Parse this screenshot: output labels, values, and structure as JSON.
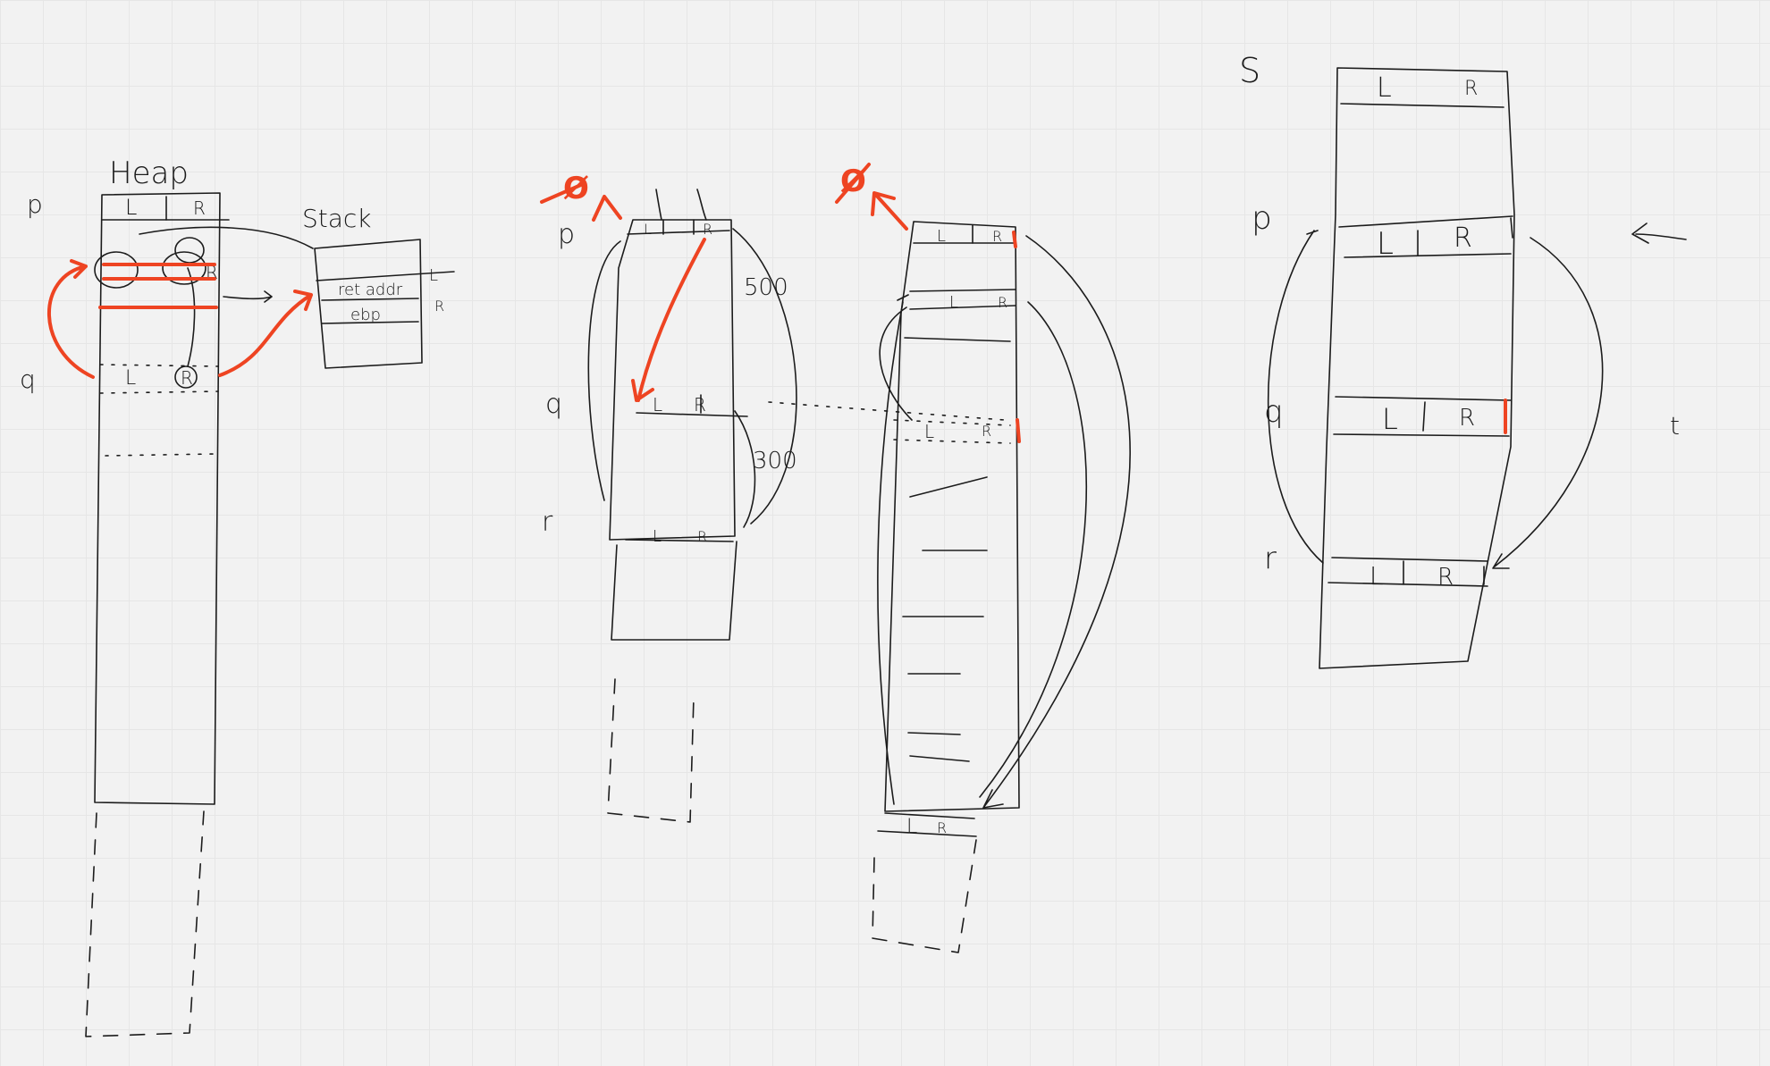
{
  "labels": {
    "heap": "Heap",
    "stack": "Stack",
    "ret_addr": "ret addr",
    "ebp": "ebp",
    "p": "p",
    "q": "q",
    "r": "r",
    "L": "L",
    "R": "R",
    "null_symbol": "Ø",
    "size_500": "500",
    "size_300": "300",
    "s": "S",
    "t": "t"
  },
  "colors": {
    "background": "#f2f2f2",
    "ink": "#1c1c1c",
    "accent_red": "#ee4422"
  }
}
